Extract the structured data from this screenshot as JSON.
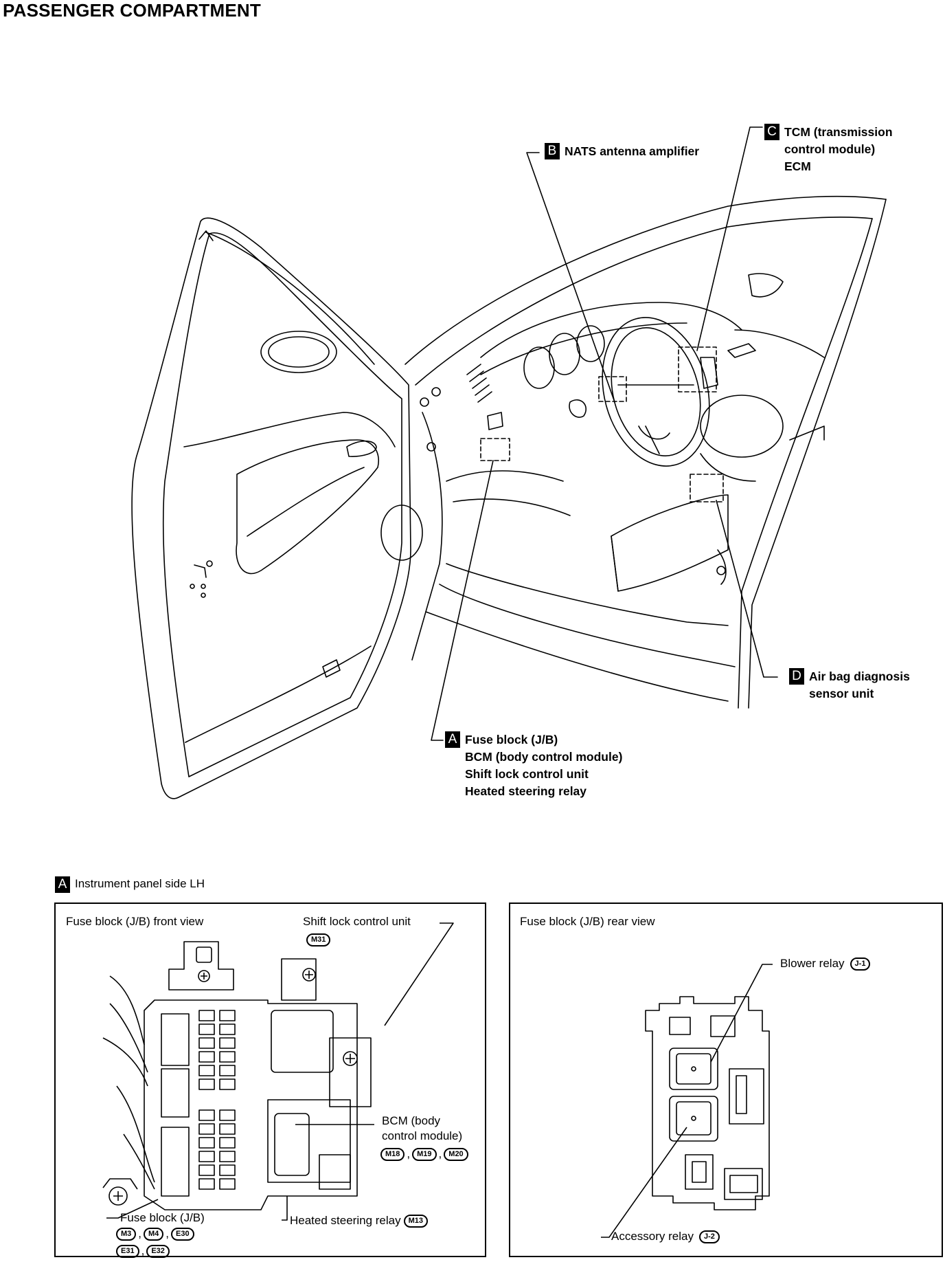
{
  "title": "PASSENGER COMPARTMENT",
  "callouts": {
    "B": {
      "letter": "B",
      "lines": [
        "NATS antenna amplifier"
      ]
    },
    "C": {
      "letter": "C",
      "lines": [
        "TCM (transmission",
        "control module)",
        "ECM"
      ]
    },
    "D": {
      "letter": "D",
      "lines": [
        "Air bag diagnosis",
        "sensor unit"
      ]
    },
    "A": {
      "letter": "A",
      "lines": [
        "Fuse block (J/B)",
        "BCM (body control module)",
        "Shift lock control unit",
        "Heated steering relay"
      ]
    }
  },
  "detail": {
    "letter": "A",
    "heading": "Instrument panel side LH",
    "front": {
      "title": "Fuse block (J/B) front view",
      "shift_lock": {
        "label": "Shift lock control unit",
        "connectors": [
          "M31"
        ]
      },
      "bcm": {
        "label_lines": [
          "BCM (body",
          "control module)"
        ],
        "connectors": [
          "M18",
          "M19",
          "M20"
        ]
      },
      "fuse_block": {
        "label": "Fuse block (J/B)",
        "connectors_row1": [
          "M3",
          "M4",
          "E30"
        ],
        "connectors_row2": [
          "E31",
          "E32"
        ]
      },
      "heated_steering": {
        "label": "Heated steering relay",
        "connectors": [
          "M13"
        ]
      }
    },
    "rear": {
      "title": "Fuse block (J/B) rear view",
      "blower": {
        "label": "Blower relay",
        "connector": "J-1"
      },
      "accessory": {
        "label": "Accessory relay",
        "connector": "J-2"
      }
    }
  }
}
